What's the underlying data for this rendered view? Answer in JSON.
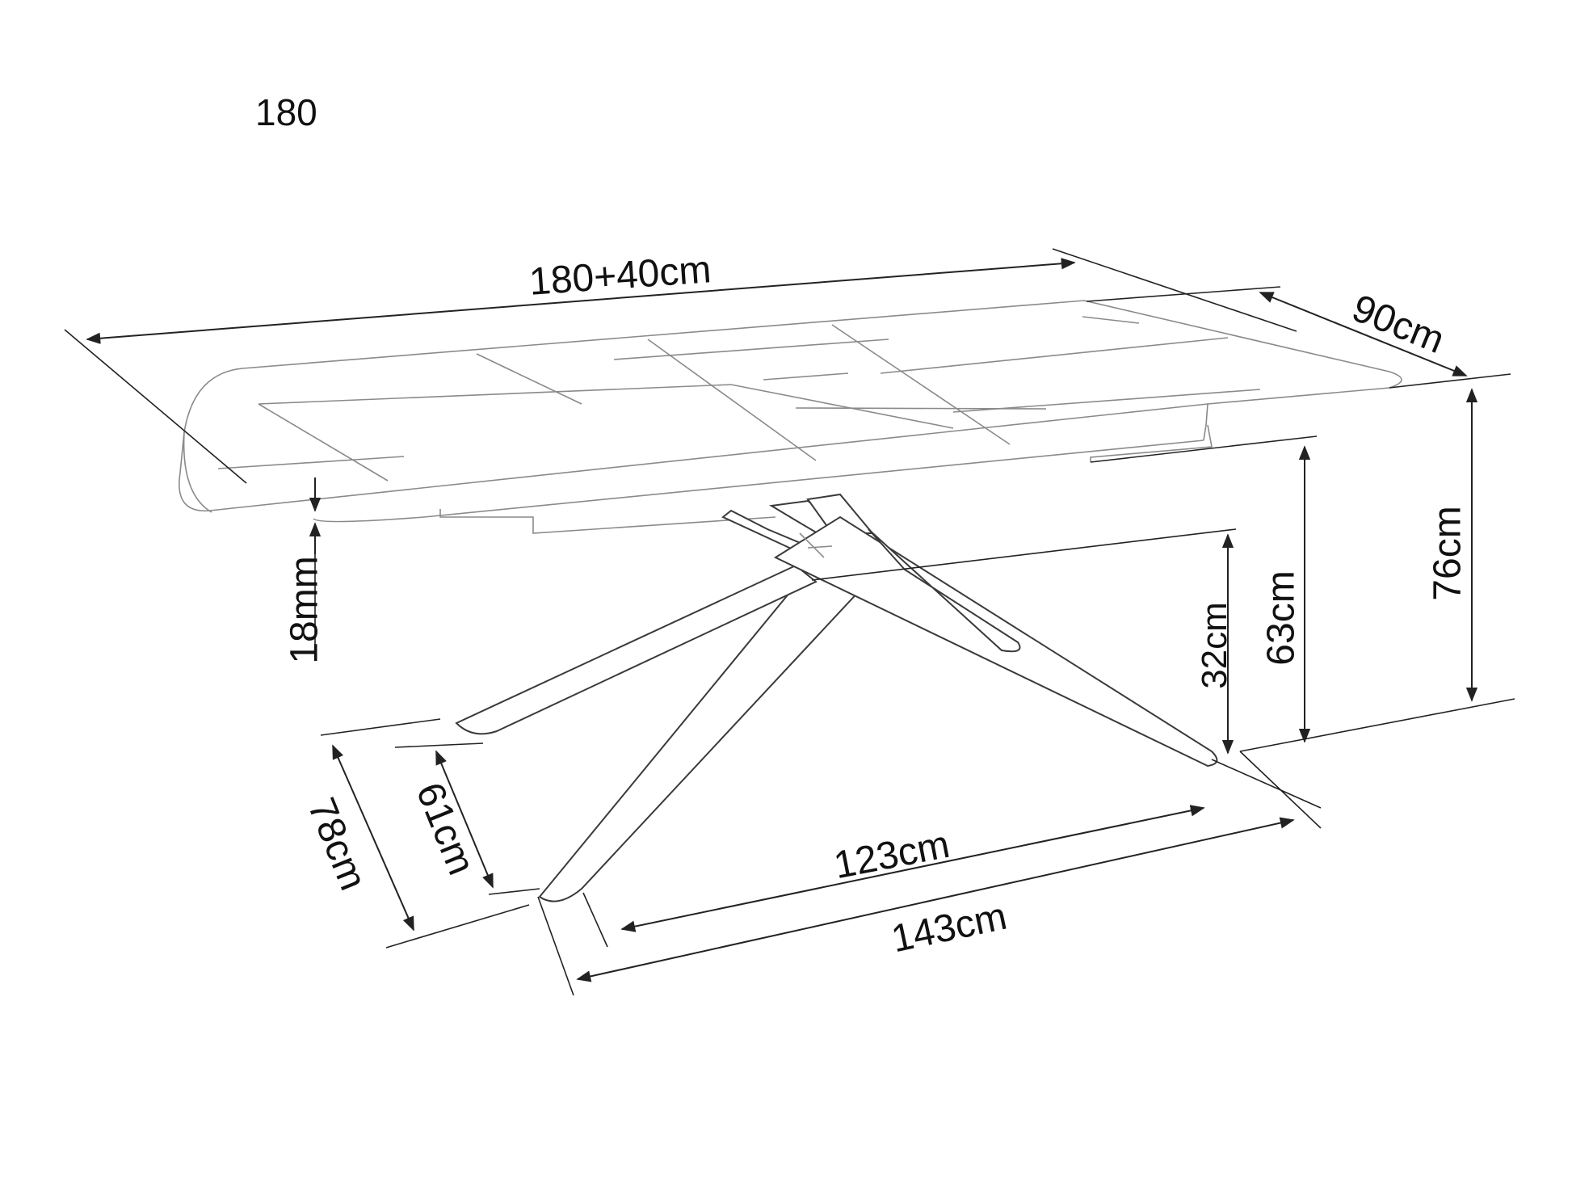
{
  "title": "180",
  "dimensions": {
    "length": "180+40cm",
    "width": "90cm",
    "height": "76cm",
    "clearance": "63cm",
    "base_height": "32cm",
    "top_thickness": "18mm",
    "base_length_inner": "123cm",
    "base_length_outer": "143cm",
    "base_width_inner": "61cm",
    "base_width_outer": "78cm"
  }
}
